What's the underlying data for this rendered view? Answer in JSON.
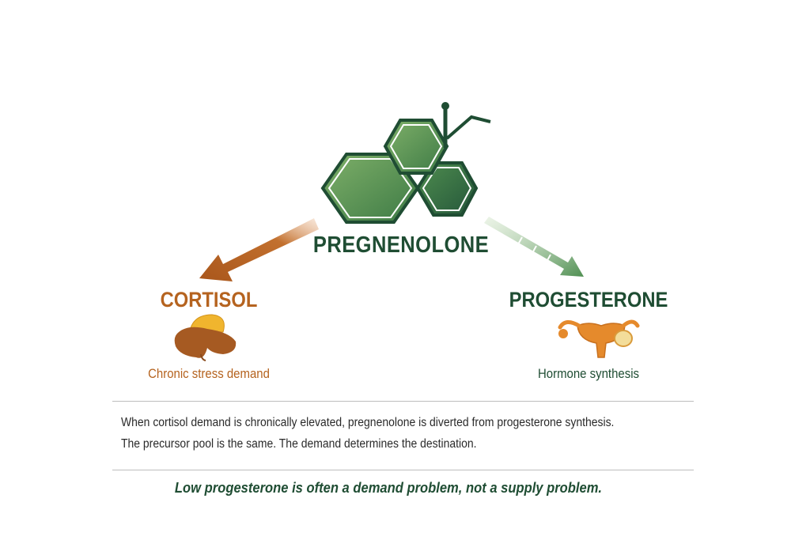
{
  "center": {
    "title": "PREGNENOLONE"
  },
  "left": {
    "title": "CORTISOL",
    "subtitle": "Chronic stress demand",
    "icon": "adrenal-gland-icon"
  },
  "right": {
    "title": "PROGESTERONE",
    "subtitle": "Hormone synthesis",
    "icon": "uterus-icon"
  },
  "explanation": {
    "line1": "When cortisol demand is chronically elevated, pregnenolone is diverted from progesterone synthesis.",
    "line2": "The precursor pool is the same. The demand determines the destination."
  },
  "takeaway": "Low progesterone is often a demand problem, not a supply problem.",
  "colors": {
    "green_dark": "#1f4d33",
    "green_light": "#6aa35a",
    "brown": "#b5631f"
  }
}
